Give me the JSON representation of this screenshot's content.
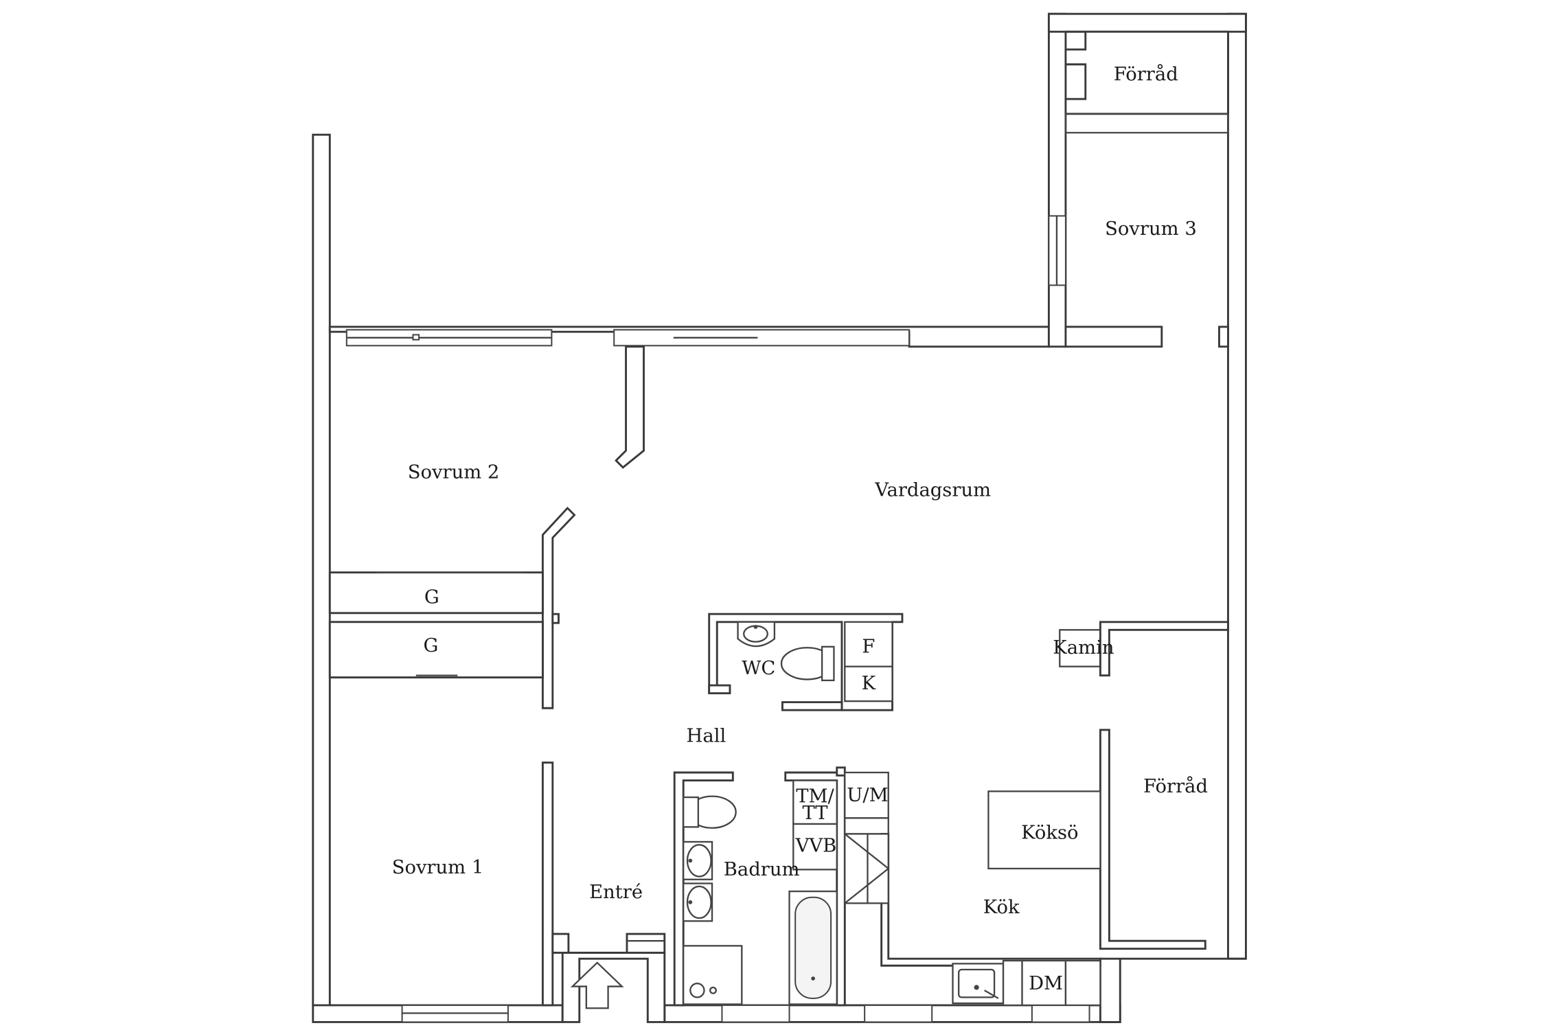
{
  "plan": {
    "rooms": {
      "forrad_top": "Förråd",
      "sovrum3": "Sovrum 3",
      "sovrum2": "Sovrum 2",
      "vardagsrum": "Vardagsrum",
      "garderob_1": "G",
      "garderob_2": "G",
      "wc": "WC",
      "f": "F",
      "k": "K",
      "kamin": "Kamin",
      "hall": "Hall",
      "tm": "TM/",
      "tt": "TT",
      "um": "U/M",
      "vvb": "VVB",
      "badrum": "Badrum",
      "sovrum1": "Sovrum 1",
      "entre": "Entré",
      "kokso": "Köksö",
      "forrad_right": "Förråd",
      "kok": "Kök",
      "dm": "DM"
    }
  }
}
